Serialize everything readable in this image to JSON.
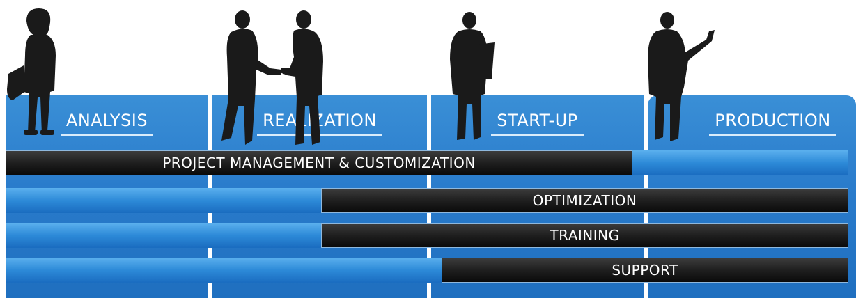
{
  "phases": [
    {
      "label": "ANALYSIS"
    },
    {
      "label": "REALIZATION"
    },
    {
      "label": "START-UP"
    },
    {
      "label": "PRODUCTION"
    }
  ],
  "activities": [
    {
      "label": "PROJECT MANAGEMENT & CUSTOMIZATION"
    },
    {
      "label": "OPTIMIZATION"
    },
    {
      "label": "TRAINING"
    },
    {
      "label": "SUPPORT"
    }
  ],
  "colors": {
    "phase_blue": "#2a7ccc",
    "band_blue": "#2d8ad8",
    "band_dark": "#1f1f1f",
    "silhouette": "#1a1a1a"
  },
  "icons": [
    "woman-with-bag-silhouette",
    "handshake-silhouette",
    "man-with-folder-silhouette",
    "presenting-man-silhouette"
  ]
}
